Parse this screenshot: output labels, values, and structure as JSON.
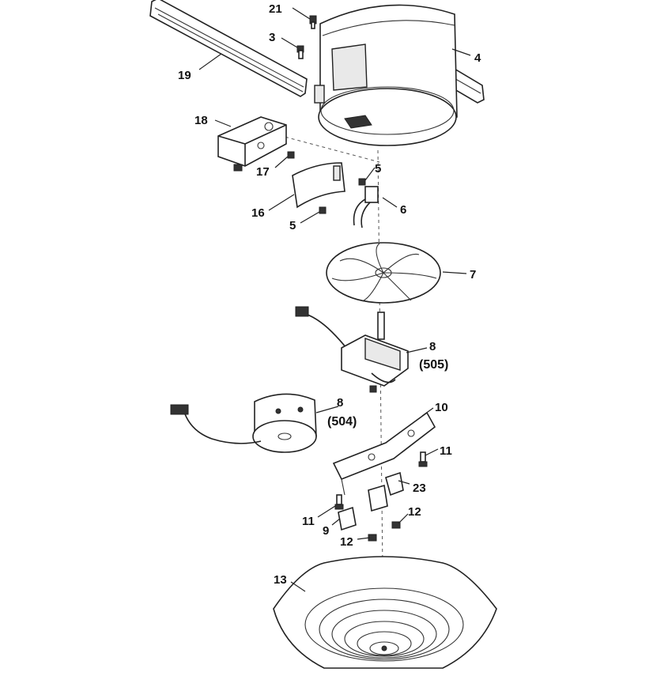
{
  "callouts": {
    "c21": "21",
    "c3": "3",
    "c4": "4",
    "c19": "19",
    "c18": "18",
    "c17": "17",
    "c5a": "5",
    "c16": "16",
    "c5b": "5",
    "c6": "6",
    "c7": "7",
    "c8a": "8",
    "c505": "(505)",
    "c8b": "8",
    "c504": "(504)",
    "c10": "10",
    "c11a": "11",
    "c23": "23",
    "c11b": "11",
    "c12a": "12",
    "c9": "9",
    "c12b": "12",
    "c13": "13"
  }
}
